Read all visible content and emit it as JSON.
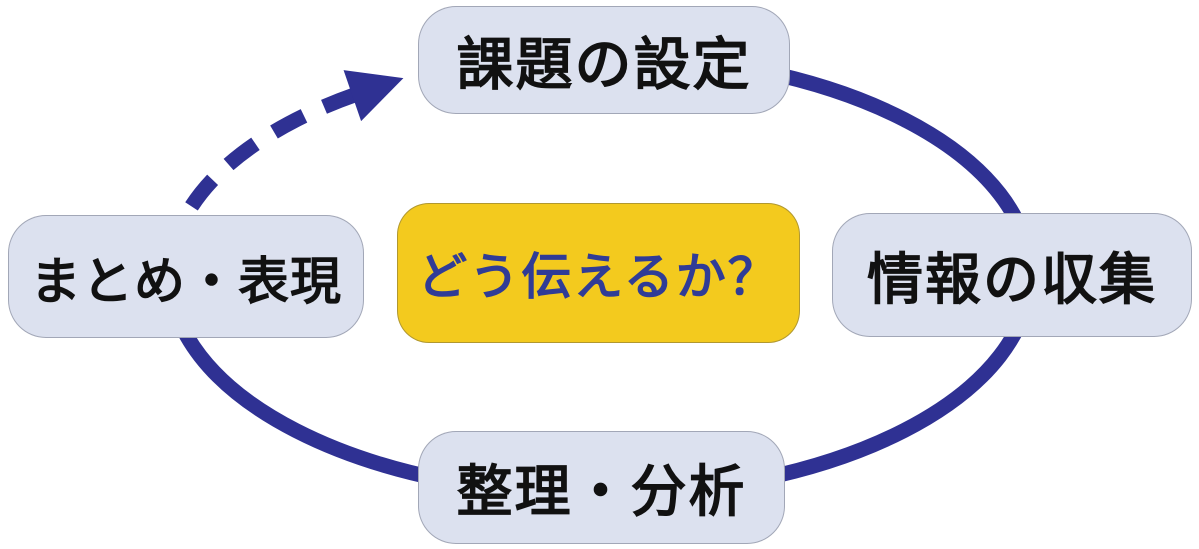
{
  "diagram": {
    "type": "cycle",
    "center": {
      "label": "どう伝えるか？"
    },
    "nodes": [
      {
        "id": "top",
        "label": "課題の設定"
      },
      {
        "id": "right",
        "label": "情報の収集"
      },
      {
        "id": "bottom",
        "label": "整理・分析"
      },
      {
        "id": "left",
        "label": "まとめ・表現"
      }
    ],
    "flow_order": [
      "課題の設定",
      "情報の収集",
      "整理・分析",
      "まとめ・表現",
      "課題の設定"
    ],
    "dashed_segment": {
      "from": "まとめ・表現",
      "to": "課題の設定"
    }
  },
  "colors": {
    "arrow_blue": "#2f3193",
    "node_fill": "#dce1ef",
    "node_text": "#111111",
    "center_fill": "#f3ca1e",
    "center_text": "#303c96",
    "background": "#ffffff"
  }
}
